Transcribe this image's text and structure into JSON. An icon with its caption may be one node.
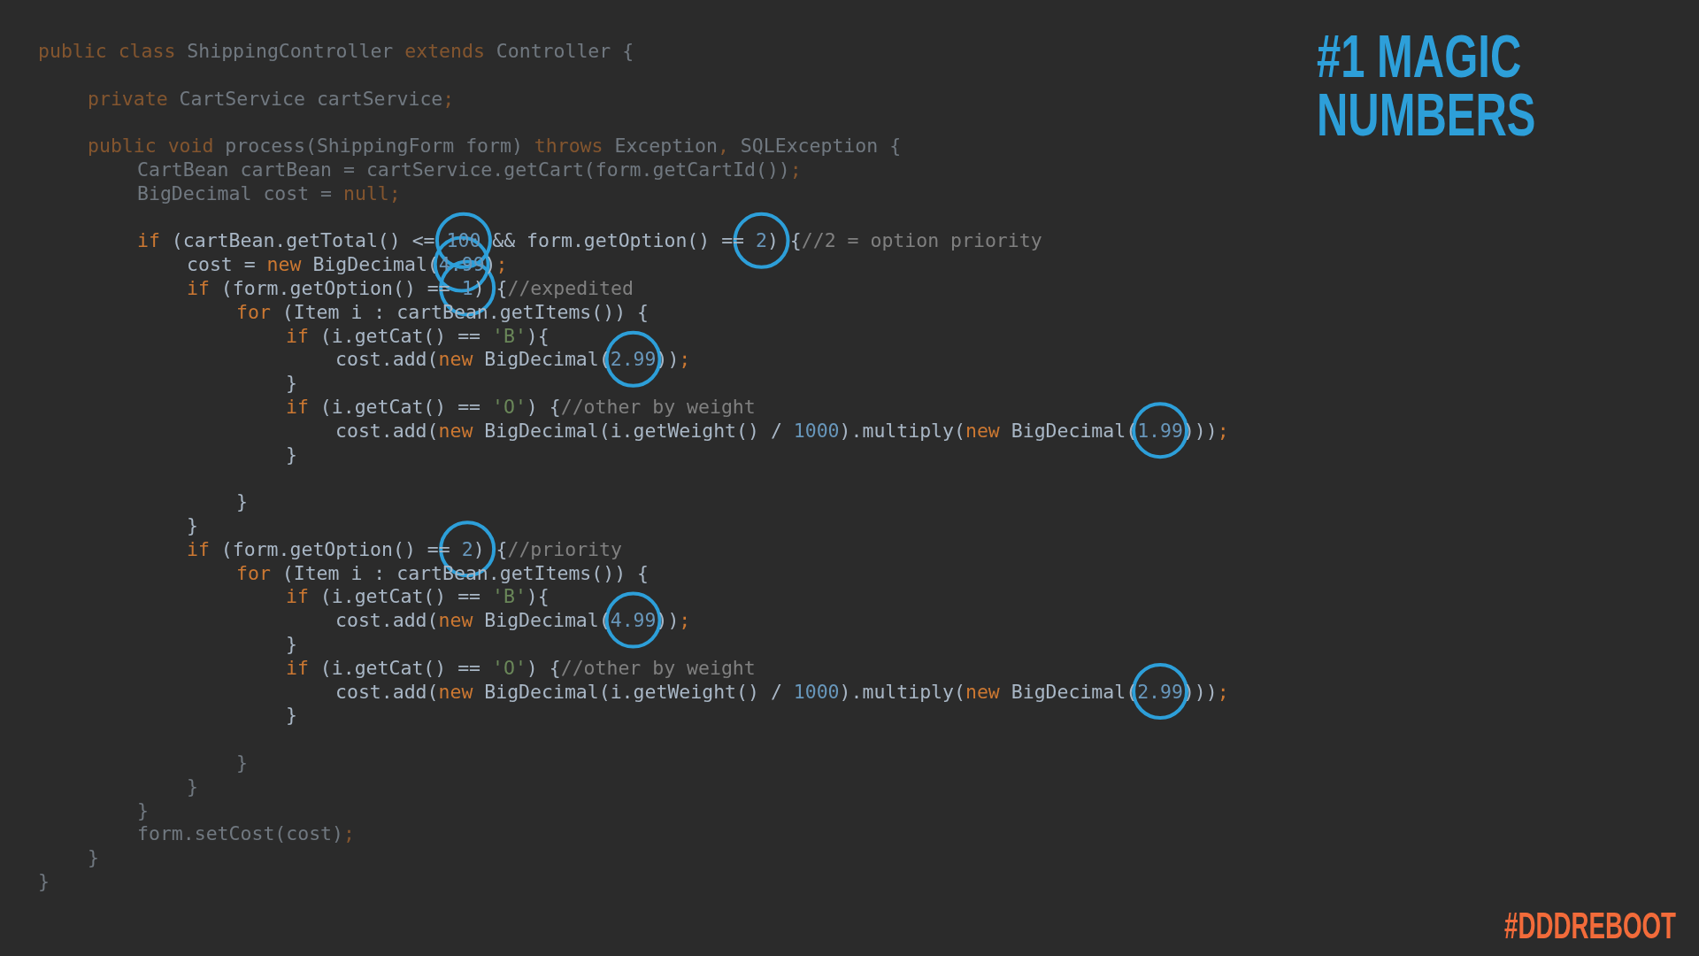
{
  "diagram": {
    "title": "#1 MAGIC NUMBERS",
    "labels": [
      "public class ShippingController extends Controller {",
      "private CartService cartService;",
      "public void process(ShippingForm form) throws Exception, SQLException {",
      "CartBean cartBean = cartService.getCart(form.getCartId());",
      "BigDecimal cost = null;",
      "if (cartBean.getTotal() <= 100 && form.getOption() == 2) {//2 = option priority",
      "cost = new BigDecimal(4.99);",
      "if (form.getOption() == 1) {//expedited",
      "for (Item i : cartBean.getItems()) {",
      "if (i.getCat() == 'B'){",
      "cost.add(new BigDecimal(2.99));",
      "}",
      "if (i.getCat() == 'O') {//other by weight",
      "cost.add(new BigDecimal(i.getWeight() / 1000).multiply(new BigDecimal(1.99)));",
      "}",
      "}",
      "}",
      "if (form.getOption() == 2) {//priority",
      "for (Item i : cartBean.getItems()) {",
      "if (i.getCat() == 'B'){",
      "cost.add(new BigDecimal(4.99));",
      "}",
      "if (i.getCat() == 'O') {//other by weight",
      "cost.add(new BigDecimal(i.getWeight() / 1000).multiply(new BigDecimal(2.99)));",
      "}",
      "}",
      "}",
      "}",
      "form.setCost(cost);",
      "}",
      "}",
      "#DDDREBOOT"
    ]
  }
}
